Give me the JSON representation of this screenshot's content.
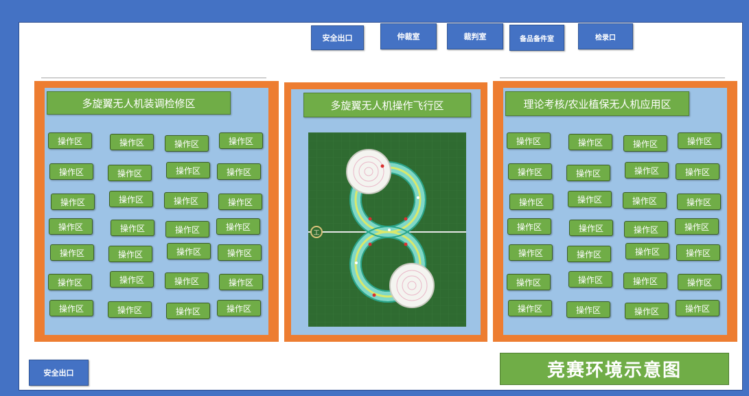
{
  "top_buttons": [
    "安全出口",
    "仲裁室",
    "裁判室",
    "备品备件室",
    "检录口"
  ],
  "bottom_exit": "安全出口",
  "zones": {
    "left_title": "多旋翼无人机装调检修区",
    "center_title": "多旋翼无人机操作飞行区",
    "right_title": "理论考核/农业植保无人机应用区"
  },
  "operation_label": "操作区",
  "legend_title": "竞赛环境示意图",
  "colors": {
    "frame": "#4472c4",
    "zone_border": "#ed7d31",
    "zone_fill": "#9dc3e6",
    "label_green": "#70ad47",
    "field_green": "#2f6b31"
  }
}
